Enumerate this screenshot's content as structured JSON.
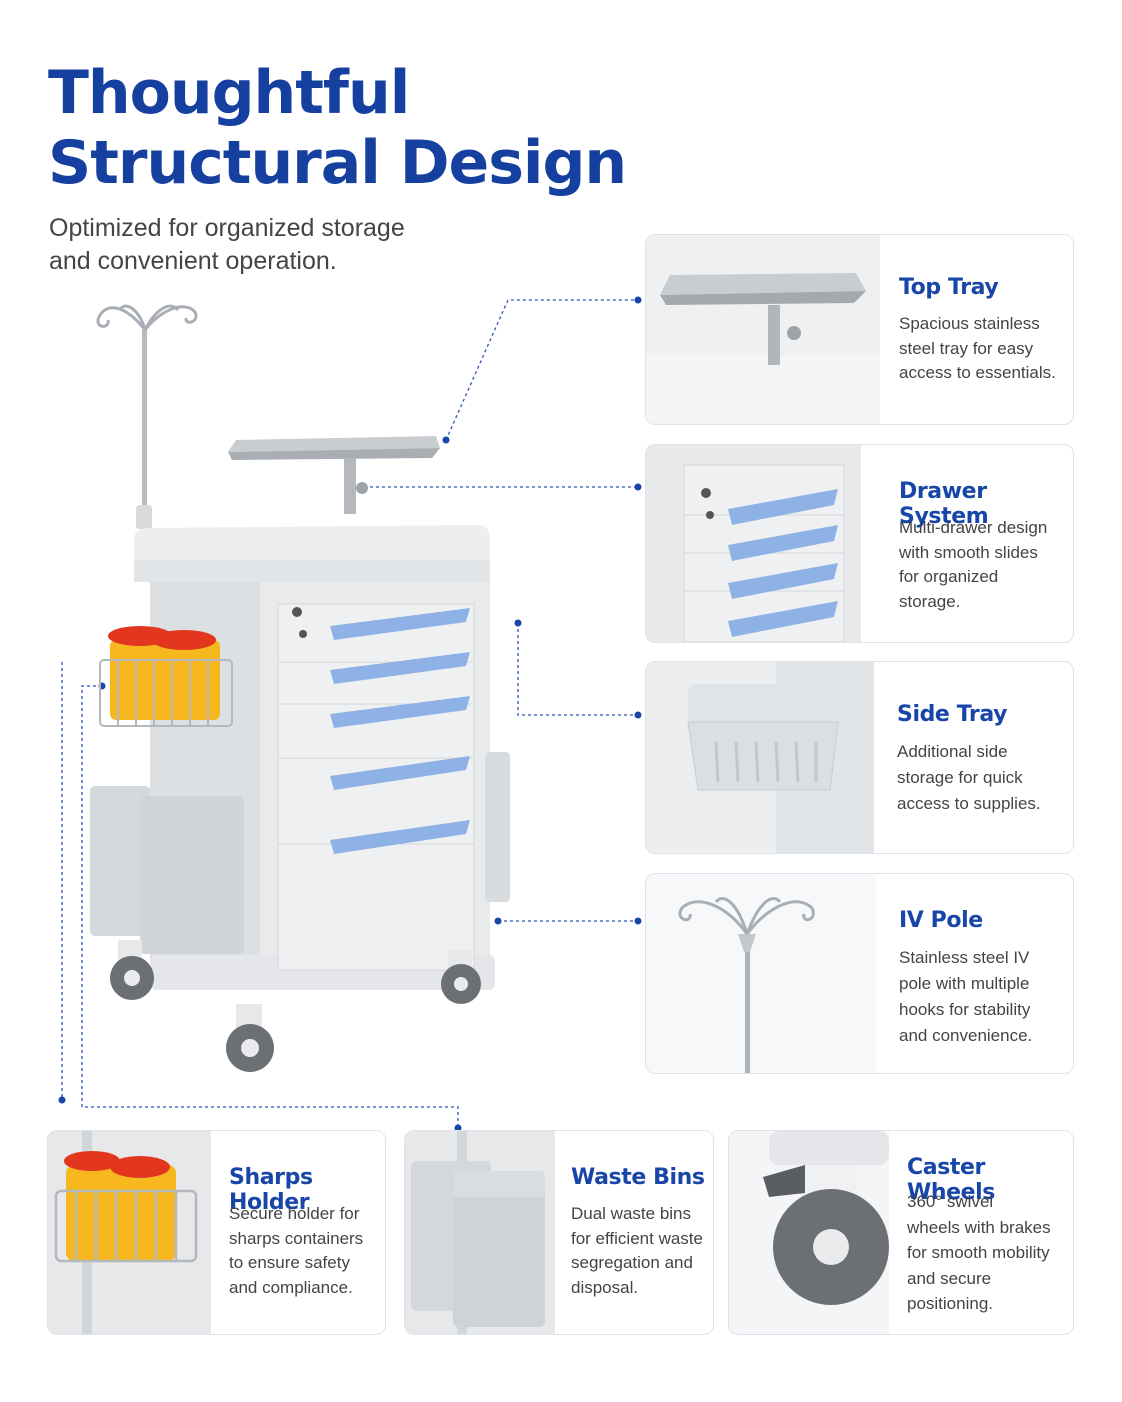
{
  "header": {
    "title_line1": "Thoughtful",
    "title_line2": "Structural Design",
    "subtitle_line1": "Optimized for organized storage",
    "subtitle_line2": "and convenient operation."
  },
  "features": [
    {
      "title": "Top Tray",
      "lines": [
        "Spacious stainless",
        "steel tray for easy",
        "access to essentials."
      ]
    },
    {
      "title": "Drawer System",
      "lines": [
        "Multi-drawer design",
        "with smooth slides",
        "for organized",
        "storage."
      ]
    },
    {
      "title": "Side Tray",
      "lines": [
        "Additional side",
        "storage for quick",
        "access to supplies."
      ]
    },
    {
      "title": "IV Pole",
      "lines": [
        "Stainless steel IV",
        "pole with multiple",
        "hooks for stability",
        "and convenience."
      ]
    },
    {
      "title": "Sharps Holder",
      "lines": [
        "Secure holder for",
        "sharps containers",
        "to ensure safety",
        "and compliance."
      ]
    },
    {
      "title": "Waste Bins",
      "lines": [
        "Dual waste bins",
        "for efficient waste",
        "segregation and",
        "disposal."
      ]
    },
    {
      "title": "Caster Wheels",
      "lines": [
        "360° swivel",
        "wheels with brakes",
        "for smooth mobility",
        "and secure",
        "positioning."
      ]
    }
  ],
  "colors": {
    "title_blue": "#1540a0",
    "accent_blue": "#1846a8",
    "drawer_handle": "#8fb2e6",
    "sharps_yellow": "#f6b81e",
    "sharps_red": "#e2361e"
  }
}
